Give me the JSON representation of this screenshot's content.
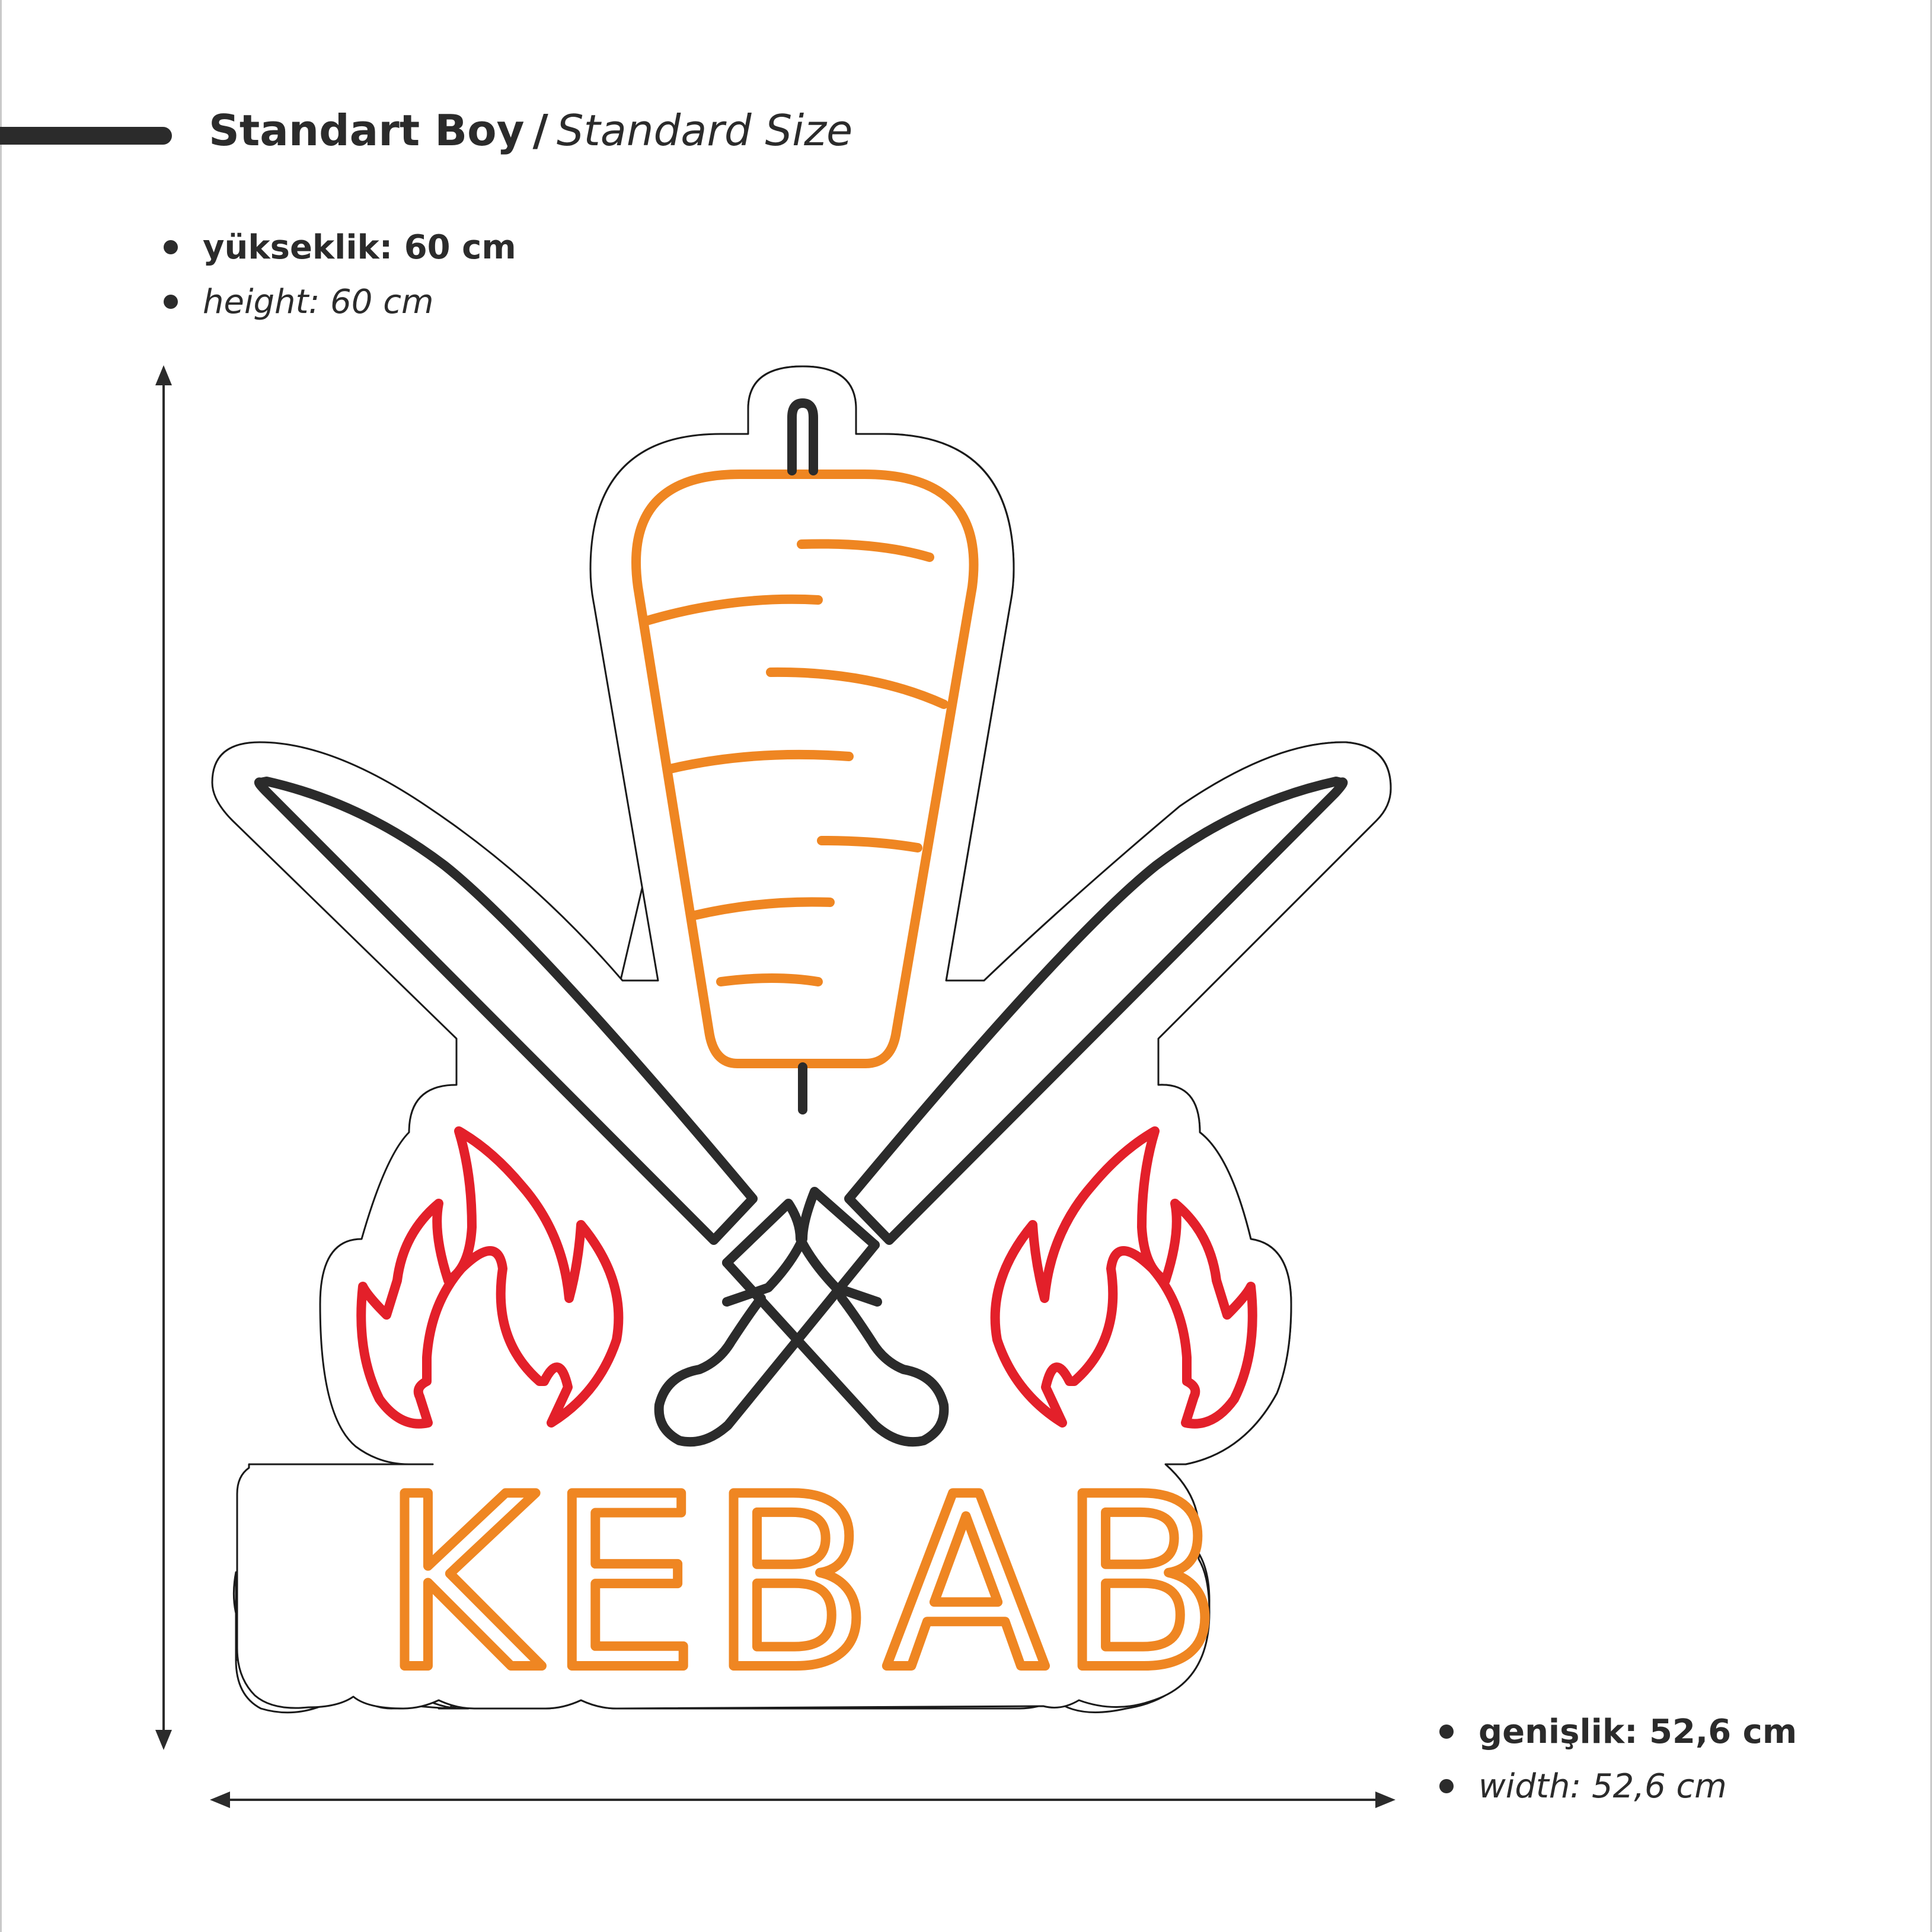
{
  "title": {
    "primary": "Standart Boy",
    "separator": "/",
    "secondary": "Standard Size"
  },
  "height_spec": {
    "label_tr": "yükseklik: 60 cm",
    "label_en": "height: 60 cm"
  },
  "width_spec": {
    "label_tr": "genişlik: 52,6 cm",
    "label_en": "width: 52,6 cm"
  },
  "sign": {
    "text": "KEBAB"
  },
  "colors": {
    "text": "#2b2b2b",
    "orange": "#ef8622",
    "red": "#e3202a",
    "dark": "#2b2b2b",
    "outline": "#1a1a1a"
  }
}
